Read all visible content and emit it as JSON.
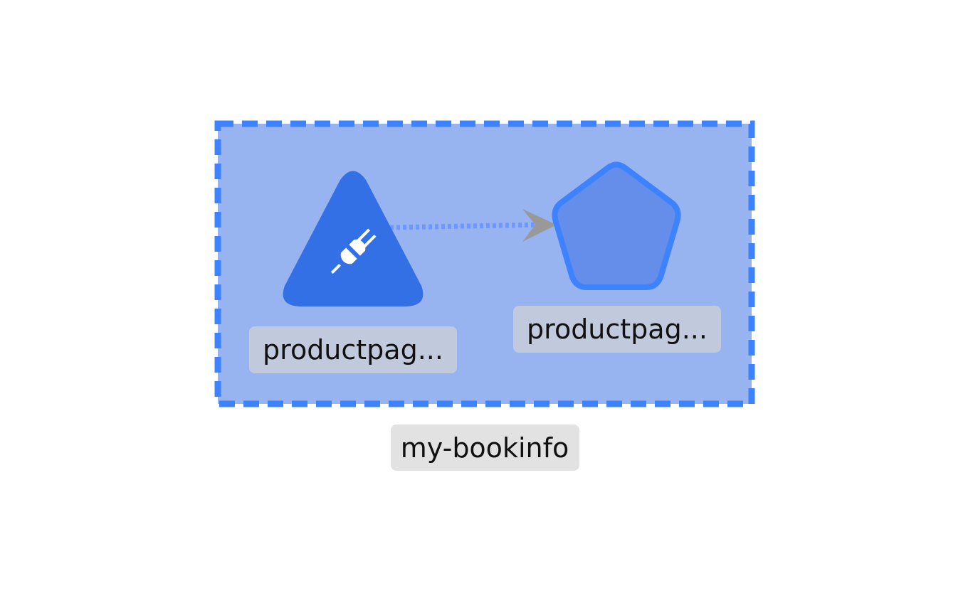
{
  "graph": {
    "group": {
      "label": "my-bookinfo",
      "fill_color": "#97b3f0",
      "border_color": "#3d82ff",
      "label_background": "#e1e2e1"
    },
    "nodes": [
      {
        "id": "service",
        "label": "productpag...",
        "shape": "triangle",
        "icon": "plug-icon",
        "fill_color": "#336fe5",
        "label_background": "#c0cadc"
      },
      {
        "id": "workload",
        "label": "productpag...",
        "shape": "pentagon",
        "fill_color": "#648ee9",
        "border_color": "#3d82ff",
        "label_background": "#c0cadc"
      }
    ],
    "edges": [
      {
        "from": "service",
        "to": "workload",
        "style": "dotted",
        "color": "#6f98ff",
        "arrow_color": "#999999"
      }
    ]
  }
}
